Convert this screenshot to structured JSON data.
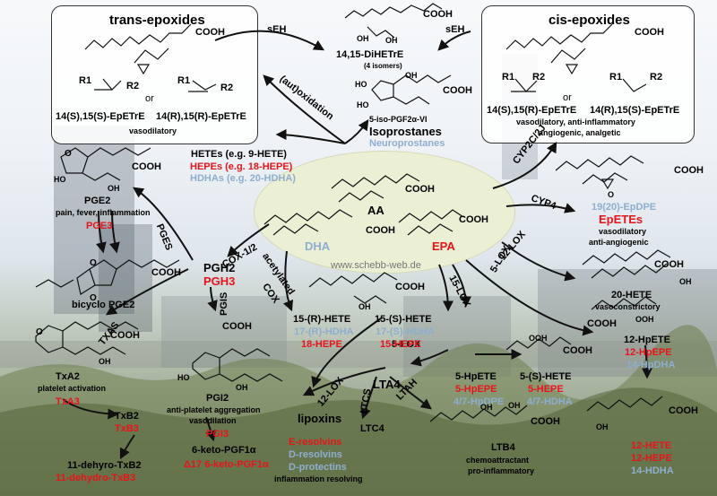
{
  "trans_box": {
    "title": "trans-epoxides",
    "cooh": "COOH",
    "r1": "R1",
    "r2": "R2",
    "or": "or",
    "iso1": "14(S),15(S)-EpETrE",
    "iso2": "14(R),15(R)-EpETrE",
    "activity": "vasodilatory"
  },
  "cis_box": {
    "title": "cis-epoxides",
    "cooh": "COOH",
    "r1": "R1",
    "r2": "R2",
    "or": "or",
    "iso1": "14(S),15(R)-EpETrE",
    "iso2": "14(R),15(S)-EpETrE",
    "activity1": "vasodilatory, anti-inflammatory",
    "activity2": "angiogenic, analgetic"
  },
  "dihetre": {
    "cooh": "COOH",
    "oh1": "OH",
    "oh2": "OH",
    "name": "14,15-DiHETrE",
    "sub": "(4 isomers)"
  },
  "enzymes": {
    "seh_left": "sEH",
    "seh_right": "sEH",
    "autoxidation": "(aut)oxidation",
    "cyp2c": "CYP2C/2J",
    "cyp4": "CYP4",
    "lox12": "12-LOX",
    "lox5": "5-LOX",
    "lox15": "15-LOX",
    "cox12": "COX-1/2",
    "acetylated": "acetylated",
    "cox": "COX",
    "pges": "PGES",
    "pgis": "PGIS",
    "txas": "TXAS",
    "lox5_lower": "5-LOX",
    "lox12_lower": "12-LOX",
    "ltcs": "LTCS",
    "ltah": "LTAH"
  },
  "isoprostanes": {
    "cooh": "COOH",
    "oh_a": "OH",
    "oh_b": "HO",
    "oh_c": "HO",
    "name": "5-iso-PGF2α-VI",
    "title": "Isoprostanes",
    "neuro": "Neuroprostanes"
  },
  "hetes": {
    "line1": "HETEs (e.g. 9-HETE)",
    "line2": "HEPEs (e.g. 18-HEPE)",
    "line3": "HDHAs (e.g. 20-HDHA)"
  },
  "center": {
    "aa": "AA",
    "dha": "DHA",
    "epa": "EPA",
    "cooh": "COOH",
    "website": "www.schebb-web.de"
  },
  "pge2": {
    "o": "O",
    "cooh": "COOH",
    "ho": "HO",
    "oh": "OH",
    "name": "PGE2",
    "activity": "pain, fever, inflammation",
    "pge3": "PGE3"
  },
  "bicyclo": {
    "o": "O",
    "cooh": "COOH",
    "o2": "O",
    "name": "bicyclo PGE2"
  },
  "pgh": {
    "pgh2": "PGH2",
    "pgh3": "PGH3"
  },
  "txa": {
    "o": "O",
    "cooh": "COOH",
    "oh": "OH",
    "txa2": "TxA2",
    "activity": "platelet activation",
    "txa3": "TxA3",
    "txb2": "TxB2",
    "txb3": "TxB3",
    "dehydro2": "11-dehyro-TxB2",
    "dehydro3": "11-dehydro-TxB3"
  },
  "pgi": {
    "cooh": "COOH",
    "ho": "HO",
    "oh": "OH",
    "pgi2": "PGI2",
    "act1": "anti-platelet aggregation",
    "act2": "vasodilation",
    "pgi3": "PGI3",
    "keto1": "6-keto-PGF1α",
    "keto2": "Δ17 6-keto-PGF1α"
  },
  "hete15": {
    "cooh": "COOH",
    "oh": "OH",
    "r_hete": "15-(R)-HETE",
    "r_hdha": "17-(R)-HDHA",
    "r_hepe": "18-HEPE",
    "s_hete": "15-(S)-HETE",
    "s_hdha": "17-(S)-HDHA",
    "s_hepe": "15-HEPE"
  },
  "epdpe": {
    "cooh": "COOH",
    "o": "O",
    "name": "19(20)-EpDPE",
    "epetes": "EpETEs",
    "act1": "vasodilatory",
    "act2": "anti-angiogenic"
  },
  "hete20": {
    "cooh": "COOH",
    "oh": "OH",
    "name": "20-HETE",
    "activity": "vasoconstrictory"
  },
  "hpete12": {
    "ooh": "OOH",
    "cooh": "COOH",
    "hpete": "12-HpETE",
    "hpepe": "12-HpEPE",
    "hpdha": "14-HpDHA"
  },
  "hete12": {
    "cooh": "COOH",
    "oh": "OH",
    "hete": "12-HETE",
    "hepe": "12-HEPE",
    "hdha": "14-HDHA"
  },
  "hpete5": {
    "ooh": "OOH",
    "cooh": "COOH",
    "hpete": "5-HpETE",
    "hpepe": "5-HpEPE",
    "hpdhe": "4/7-HpDPE"
  },
  "hete5": {
    "hete": "5-(S)-HETE",
    "hepe": "5-HEPE",
    "hdha": "4/7-HDHA"
  },
  "lta4": {
    "name": "LTA4"
  },
  "lipoxins": {
    "name": "lipoxins",
    "e_res": "E-resolvins",
    "d_res": "D-resolvins",
    "d_prot": "D-protectins",
    "activity": "inflammation resolving"
  },
  "ltc4": {
    "name": "LTC4"
  },
  "ltb4": {
    "oh1": "OH",
    "oh2": "OH",
    "cooh": "COOH",
    "name": "LTB4",
    "act1": "chemoattractant",
    "act2": "pro-inflammatory"
  }
}
